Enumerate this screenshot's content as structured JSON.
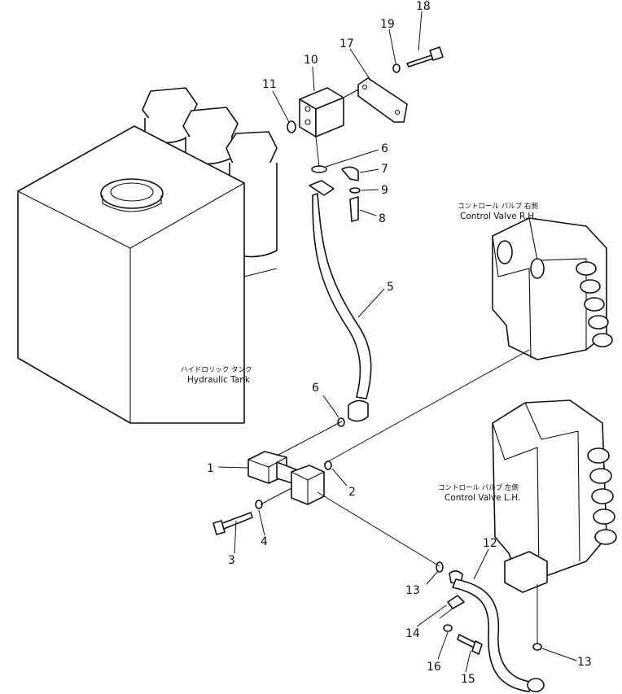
{
  "labels": {
    "tank_jp": "ハイドロリック タンク",
    "tank_en": "Hydraulic Tank",
    "cv_rh_jp": "コントロール バルブ 右側",
    "cv_rh_en": "Control Valve R.H.",
    "cv_lh_jp": "コントロール バルブ 左側",
    "cv_lh_en": "Control Valve L.H."
  },
  "callouts": {
    "c1": "1",
    "c2": "2",
    "c3": "3",
    "c4": "4",
    "c5": "5",
    "c6a": "6",
    "c6b": "6",
    "c7": "7",
    "c8": "8",
    "c9": "9",
    "c10": "10",
    "c11": "11",
    "c12": "12",
    "c13a": "13",
    "c13b": "13",
    "c14": "14",
    "c15": "15",
    "c16": "16",
    "c17": "17",
    "c18": "18",
    "c19": "19"
  }
}
